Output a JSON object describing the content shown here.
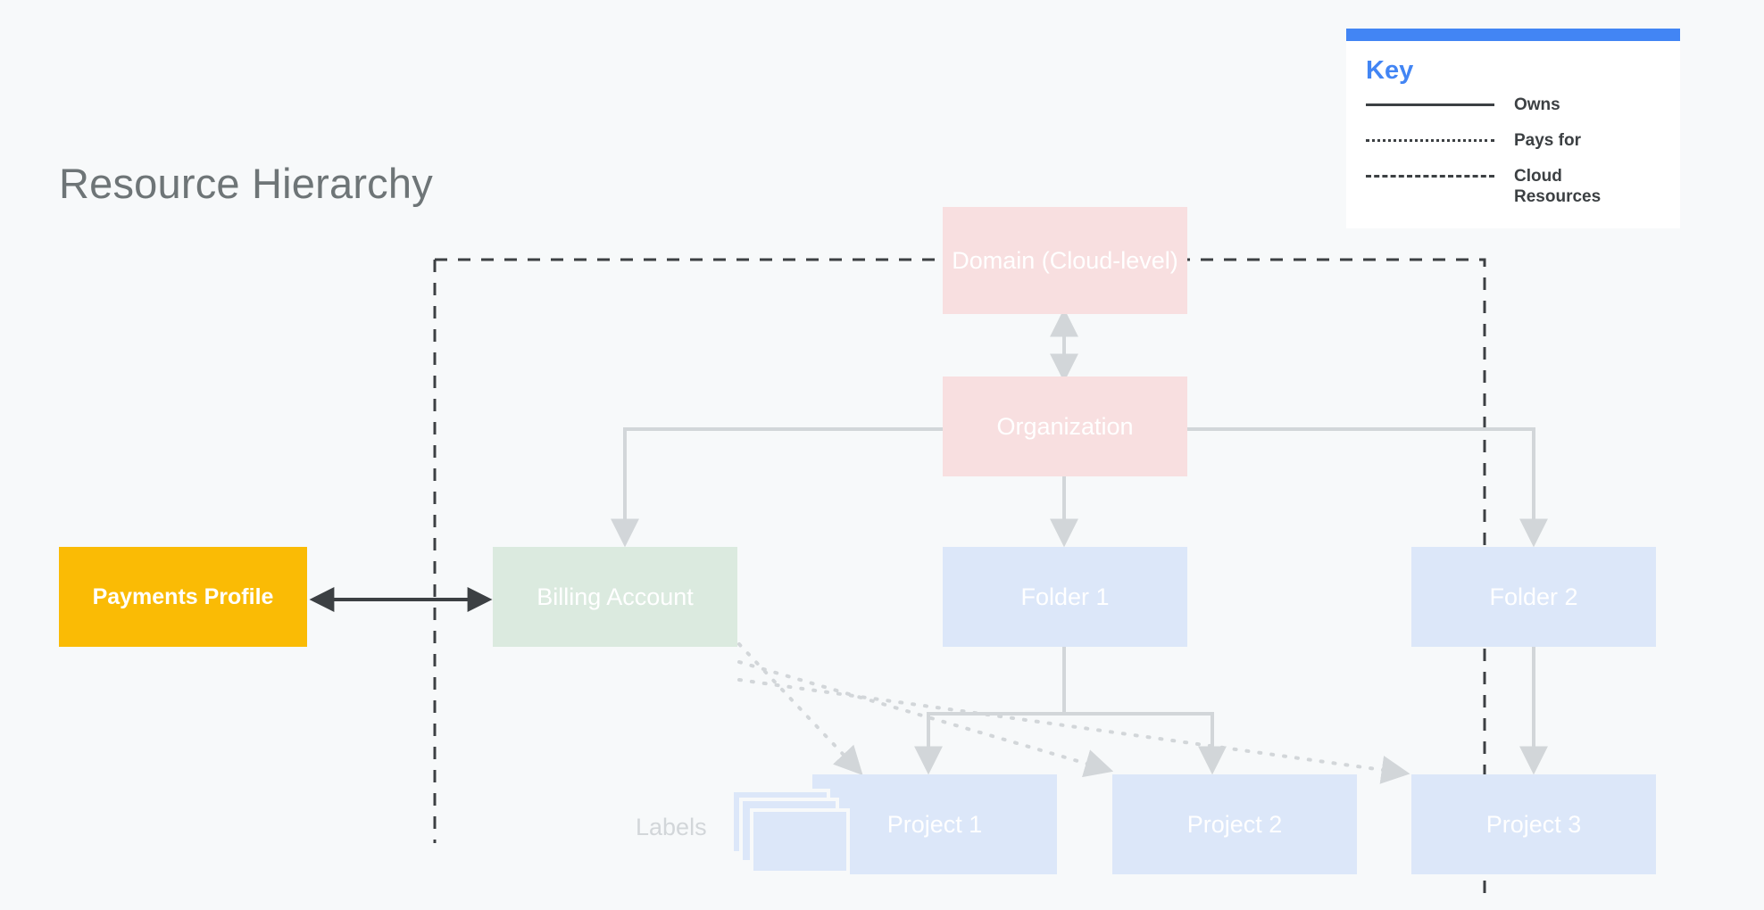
{
  "page": {
    "title": "Resource Hierarchy",
    "background_color": "#F7F9FA"
  },
  "legend": {
    "title": "Key",
    "accent_color": "#4285F4",
    "text_color": "#3C4043",
    "items": [
      {
        "style": "solid",
        "label": "Owns"
      },
      {
        "style": "dotted",
        "label": "Pays for"
      },
      {
        "style": "dashed",
        "label": "Cloud Resources"
      }
    ]
  },
  "diagram": {
    "boundary": {
      "name": "cloud-resources-boundary",
      "style": "dashed",
      "color": "#3C4043"
    },
    "nodes": [
      {
        "id": "domain",
        "label": "Domain (Cloud-level)",
        "color": "#F8DFE0",
        "text_color": "#FFFFFF"
      },
      {
        "id": "organization",
        "label": "Organization",
        "color": "#F8DFE0",
        "text_color": "#FFFFFF"
      },
      {
        "id": "billing_account",
        "label": "Billing Account",
        "color": "#DBEADF",
        "text_color": "#FFFFFF"
      },
      {
        "id": "folder_1",
        "label": "Folder 1",
        "color": "#DCE7F9",
        "text_color": "#FFFFFF"
      },
      {
        "id": "folder_2",
        "label": "Folder 2",
        "color": "#DCE7F9",
        "text_color": "#FFFFFF"
      },
      {
        "id": "project_1",
        "label": "Project 1",
        "color": "#DCE7F9",
        "text_color": "#FFFFFF"
      },
      {
        "id": "project_2",
        "label": "Project 2",
        "color": "#DCE7F9",
        "text_color": "#FFFFFF"
      },
      {
        "id": "project_3",
        "label": "Project 3",
        "color": "#DCE7F9",
        "text_color": "#FFFFFF"
      },
      {
        "id": "payments_profile",
        "label": "Payments Profile",
        "color": "#FABB05",
        "text_color": "#FFFFFF"
      }
    ],
    "labels_annotation": "Labels",
    "edges": [
      {
        "from": "domain",
        "to": "organization",
        "style": "solid",
        "arrows": "both"
      },
      {
        "from": "organization",
        "to": "billing_account",
        "style": "solid",
        "arrows": "end"
      },
      {
        "from": "organization",
        "to": "folder_1",
        "style": "solid",
        "arrows": "end"
      },
      {
        "from": "organization",
        "to": "folder_2",
        "style": "solid",
        "arrows": "end"
      },
      {
        "from": "folder_1",
        "to": "project_1",
        "style": "solid",
        "arrows": "end"
      },
      {
        "from": "folder_1",
        "to": "project_2",
        "style": "solid",
        "arrows": "end"
      },
      {
        "from": "folder_2",
        "to": "project_3",
        "style": "solid",
        "arrows": "end"
      },
      {
        "from": "payments_profile",
        "to": "billing_account",
        "style": "solid",
        "arrows": "both"
      },
      {
        "from": "billing_account",
        "to": "project_1",
        "style": "dotted",
        "arrows": "end"
      },
      {
        "from": "billing_account",
        "to": "project_2",
        "style": "dotted",
        "arrows": "end"
      },
      {
        "from": "billing_account",
        "to": "project_3",
        "style": "dotted",
        "arrows": "end"
      }
    ]
  }
}
